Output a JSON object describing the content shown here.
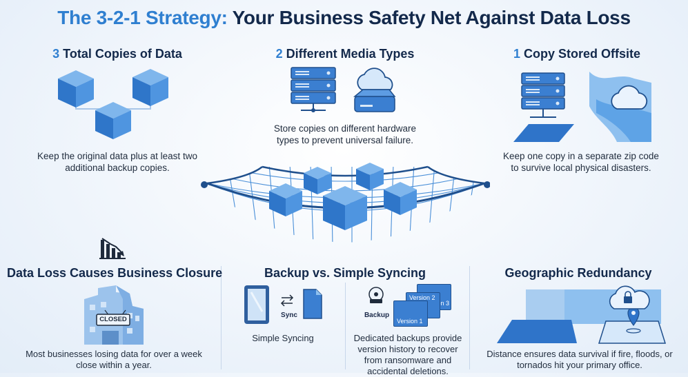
{
  "title": {
    "accent": "The 3-2-1 Strategy:",
    "rest": "Your Business Safety Net Against Data Loss"
  },
  "top": [
    {
      "number": "3",
      "heading": "Total Copies of Data",
      "description": "Keep the original data plus at least two additional backup copies."
    },
    {
      "number": "2",
      "heading": "Different Media Types",
      "description": "Store copies on different hardware types to prevent universal failure."
    },
    {
      "number": "1",
      "heading": "Copy Stored Offsite",
      "description": "Keep one copy in a separate zip code to survive local physical disasters."
    }
  ],
  "bottom": {
    "closure": {
      "heading": "Data Loss Causes Business Closure",
      "sign": "CLOSED",
      "description": "Most businesses losing data for over a week close within a year."
    },
    "backup": {
      "heading": "Backup vs. Simple Syncing",
      "sync_label": "Sync",
      "sync_caption": "Simple Syncing",
      "backup_label": "Backup",
      "versions": [
        "Version 3",
        "Version 2",
        "Version 1"
      ],
      "backup_caption": "Dedicated backups provide version history to recover from ransomware and accidental deletions."
    },
    "geo": {
      "heading": "Geographic Redundancy",
      "description": "Distance ensures data survival if fire, floods, or tornados hit your primary office."
    }
  },
  "colors": {
    "navy": "#13294b",
    "accent_blue": "#2f7fd0",
    "cube_blue": "#3b82d6",
    "light_blue": "#a9cdf0"
  }
}
